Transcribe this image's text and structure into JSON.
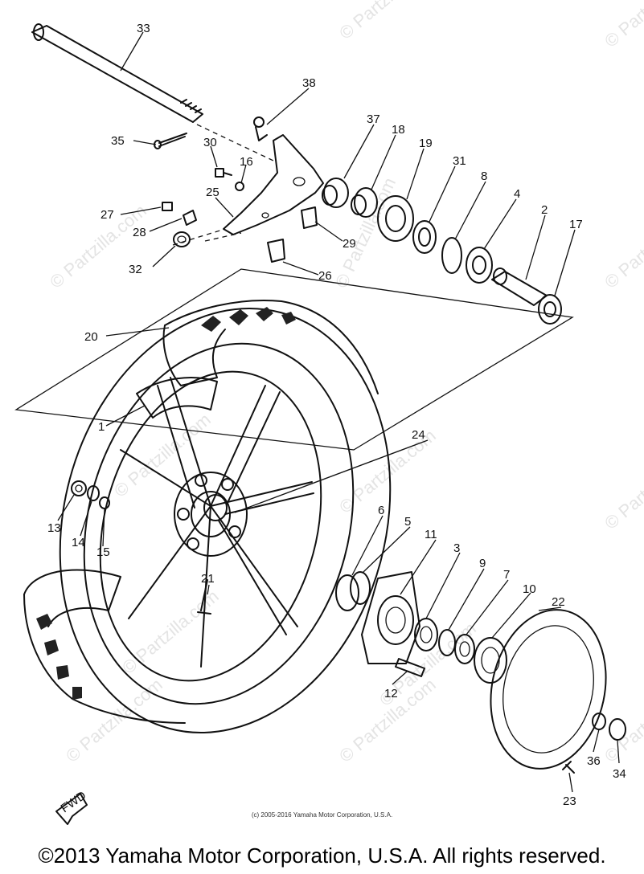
{
  "watermark": "© Partzilla.com",
  "small_copyright": "(c) 2005-2016 Yamaha Motor Corporation, U.S.A.",
  "footer": "©2013 Yamaha Motor Corporation, U.S.A. All rights reserved.",
  "fwd_label": "FWD",
  "callouts": [
    {
      "num": "33"
    },
    {
      "num": "38"
    },
    {
      "num": "35"
    },
    {
      "num": "37"
    },
    {
      "num": "18"
    },
    {
      "num": "19"
    },
    {
      "num": "30"
    },
    {
      "num": "31"
    },
    {
      "num": "8"
    },
    {
      "num": "16"
    },
    {
      "num": "4"
    },
    {
      "num": "2"
    },
    {
      "num": "17"
    },
    {
      "num": "25"
    },
    {
      "num": "27"
    },
    {
      "num": "28"
    },
    {
      "num": "29"
    },
    {
      "num": "32"
    },
    {
      "num": "26"
    },
    {
      "num": "20"
    },
    {
      "num": "1"
    },
    {
      "num": "24"
    },
    {
      "num": "13"
    },
    {
      "num": "14"
    },
    {
      "num": "15"
    },
    {
      "num": "6"
    },
    {
      "num": "5"
    },
    {
      "num": "11"
    },
    {
      "num": "3"
    },
    {
      "num": "9"
    },
    {
      "num": "7"
    },
    {
      "num": "10"
    },
    {
      "num": "22"
    },
    {
      "num": "21"
    },
    {
      "num": "12"
    },
    {
      "num": "36"
    },
    {
      "num": "34"
    },
    {
      "num": "23"
    }
  ],
  "colors": {
    "ink": "#111111",
    "watermark": "#e4e4e4",
    "background": "#ffffff"
  }
}
